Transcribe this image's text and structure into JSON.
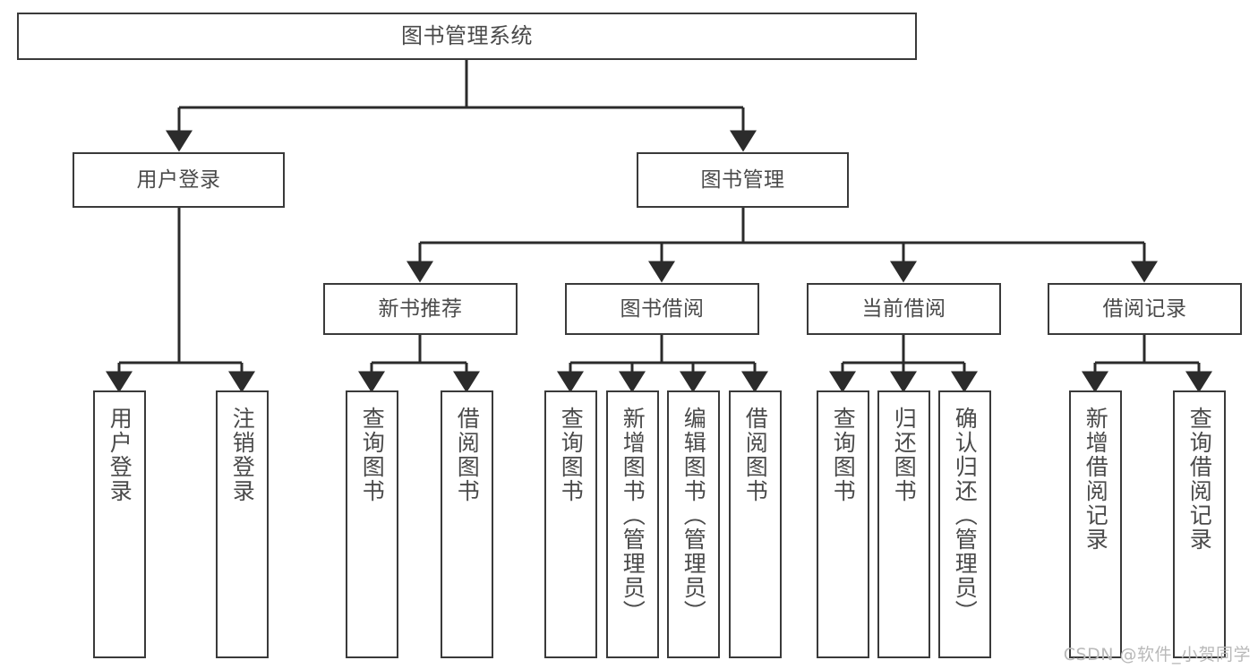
{
  "diagram": {
    "title": "图书管理系统",
    "type": "hierarchy-tree",
    "colors": {
      "box_border": "#3a3a3a",
      "box_fill": "#ffffff",
      "text": "#4a4a4a",
      "edge": "#2b2b2b",
      "watermark": "#b9b9b9",
      "background": "#ffffff"
    },
    "levels": {
      "root": {
        "label": "图书管理系统"
      },
      "level2": [
        {
          "id": "user-login",
          "label": "用户登录"
        },
        {
          "id": "book-management",
          "label": "图书管理"
        }
      ],
      "level3": [
        {
          "id": "new-book-recommend",
          "label": "新书推荐",
          "parent": "book-management"
        },
        {
          "id": "book-borrow",
          "label": "图书借阅",
          "parent": "book-management"
        },
        {
          "id": "current-borrow",
          "label": "当前借阅",
          "parent": "book-management"
        },
        {
          "id": "borrow-record",
          "label": "借阅记录",
          "parent": "book-management"
        }
      ],
      "leaves": [
        {
          "id": "leaf-user-login",
          "label": "用户登录",
          "parent": "user-login"
        },
        {
          "id": "leaf-logout-login",
          "label": "注销登录",
          "parent": "user-login"
        },
        {
          "id": "leaf-query-book-1",
          "label": "查询图书",
          "parent": "new-book-recommend"
        },
        {
          "id": "leaf-borrow-book-1",
          "label": "借阅图书",
          "parent": "new-book-recommend"
        },
        {
          "id": "leaf-query-book-2",
          "label": "查询图书",
          "parent": "book-borrow"
        },
        {
          "id": "leaf-add-book",
          "label": "新增图书（管理员）",
          "parent": "book-borrow"
        },
        {
          "id": "leaf-edit-book",
          "label": "编辑图书（管理员）",
          "parent": "book-borrow"
        },
        {
          "id": "leaf-borrow-book-2",
          "label": "借阅图书",
          "parent": "book-borrow"
        },
        {
          "id": "leaf-query-book-3",
          "label": "查询图书",
          "parent": "current-borrow"
        },
        {
          "id": "leaf-return-book",
          "label": "归还图书",
          "parent": "current-borrow"
        },
        {
          "id": "leaf-confirm-return",
          "label": "确认归还（管理员）",
          "parent": "current-borrow"
        },
        {
          "id": "leaf-add-record",
          "label": "新增借阅记录",
          "parent": "borrow-record"
        },
        {
          "id": "leaf-query-record",
          "label": "查询借阅记录",
          "parent": "borrow-record"
        }
      ]
    },
    "watermark": "CSDN @软件_小贺同学"
  }
}
